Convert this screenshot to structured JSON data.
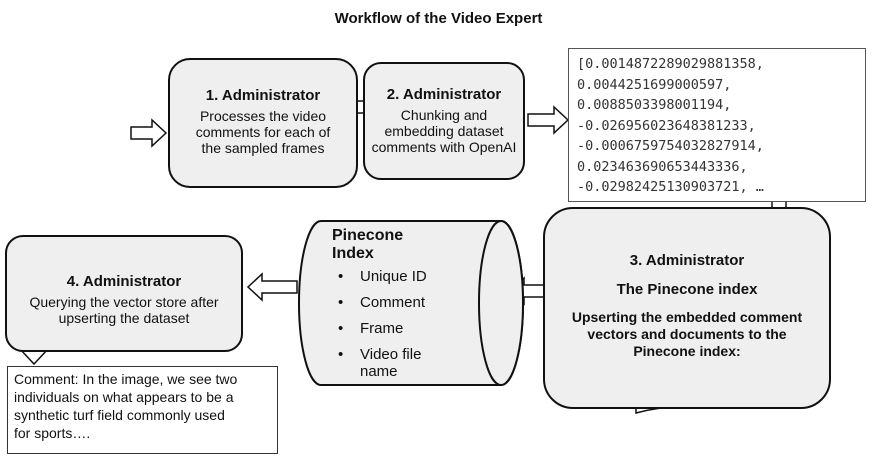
{
  "title": "Workflow of the Video Expert",
  "boxes": {
    "step1": {
      "heading": "1. Administrator",
      "lines": [
        "Processes the video",
        "comments for each of",
        "the sampled frames"
      ]
    },
    "step2": {
      "heading": "2. Administrator",
      "lines": [
        "Chunking and",
        "embedding dataset",
        "comments with OpenAI"
      ]
    },
    "step3": {
      "heading": "3. Administrator",
      "subheading": "The Pinecone index",
      "lines": [
        "Upserting the embedded comment",
        "vectors and documents to the",
        "Pinecone index:"
      ]
    },
    "step4": {
      "heading": "4. Administrator",
      "lines": [
        "Querying the vector store after",
        "upserting the dataset"
      ]
    }
  },
  "vector_output": [
    "[0.0014872289029881358,",
    "0.0044251699000597,",
    "0.0088503398001194,",
    "-0.026956023648381233,",
    "-0.0006759754032827914,",
    "0.023463690653443336,",
    "-0.02982425130903721, …"
  ],
  "pinecone": {
    "title_lines": [
      "Pinecone",
      "Index"
    ],
    "bullet": "•",
    "fields": [
      "Unique ID",
      "Comment",
      "Frame",
      "Video file",
      "name"
    ]
  },
  "query_result": {
    "lines": [
      "Comment: In the image, we see two",
      "individuals on what appears to be a",
      "synthetic turf field commonly used",
      "for sports…."
    ]
  },
  "colors": {
    "box_fill": "#efefef",
    "stroke": "#111111",
    "arrow_fill": "#ffffff"
  },
  "icons": [
    "block-arrow-icon",
    "cylinder-icon",
    "documents-stack-icon"
  ]
}
